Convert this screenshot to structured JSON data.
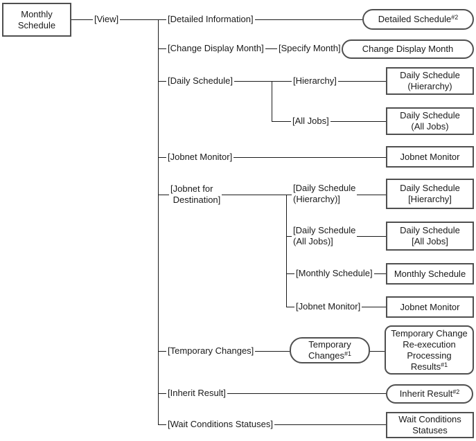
{
  "root_box": {
    "label": "Monthly\nSchedule"
  },
  "menu_labels": {
    "view": "[View]",
    "detailed_information": "[Detailed Information]",
    "change_display_month": "[Change Display Month]",
    "specify_month": "[Specify Month]",
    "daily_schedule": "[Daily Schedule]",
    "hierarchy": "[Hierarchy]",
    "all_jobs": "[All Jobs]",
    "jobnet_monitor": "[Jobnet Monitor]",
    "jobnet_for_destination": "[Jobnet for\n Destination]",
    "dest_daily_schedule_hierarchy": "[Daily Schedule\n(Hierarchy)]",
    "dest_daily_schedule_all_jobs": "[Daily Schedule\n(All Jobs)]",
    "dest_monthly_schedule": "[Monthly Schedule]",
    "dest_jobnet_monitor": "[Jobnet Monitor]",
    "temporary_changes": "[Temporary Changes]",
    "inherit_result": "[Inherit Result]",
    "wait_conditions_statuses": "[Wait Conditions Statuses]"
  },
  "window_boxes": {
    "detailed_schedule": {
      "label": "Detailed Schedule",
      "note": "#2"
    },
    "change_display_month": {
      "label": "Change Display Month"
    },
    "daily_schedule_hierarchy": {
      "label": "Daily Schedule\n(Hierarchy)"
    },
    "daily_schedule_all_jobs": {
      "label": "Daily Schedule\n(All Jobs)"
    },
    "jobnet_monitor": {
      "label": "Jobnet Monitor"
    },
    "dest_daily_schedule_hierarchy": {
      "label": "Daily Schedule\n[Hierarchy]"
    },
    "dest_daily_schedule_all_jobs": {
      "label": "Daily Schedule\n[All Jobs]"
    },
    "dest_monthly_schedule": {
      "label": "Monthly Schedule"
    },
    "dest_jobnet_monitor": {
      "label": "Jobnet Monitor"
    },
    "temporary_changes": {
      "label": "Temporary\nChanges",
      "note": "#1"
    },
    "temporary_change_reexecution": {
      "label": "Temporary Change\nRe-execution\nProcessing\nResults",
      "note": "#1"
    },
    "inherit_result": {
      "label": "Inherit Result",
      "note": "#2"
    },
    "wait_conditions_statuses": {
      "label": "Wait Conditions\nStatuses"
    }
  },
  "colors": {
    "line": "#1a1a1a",
    "box_border": "#4f4f4f",
    "text": "#1a1a1a",
    "background": "#ffffff"
  }
}
